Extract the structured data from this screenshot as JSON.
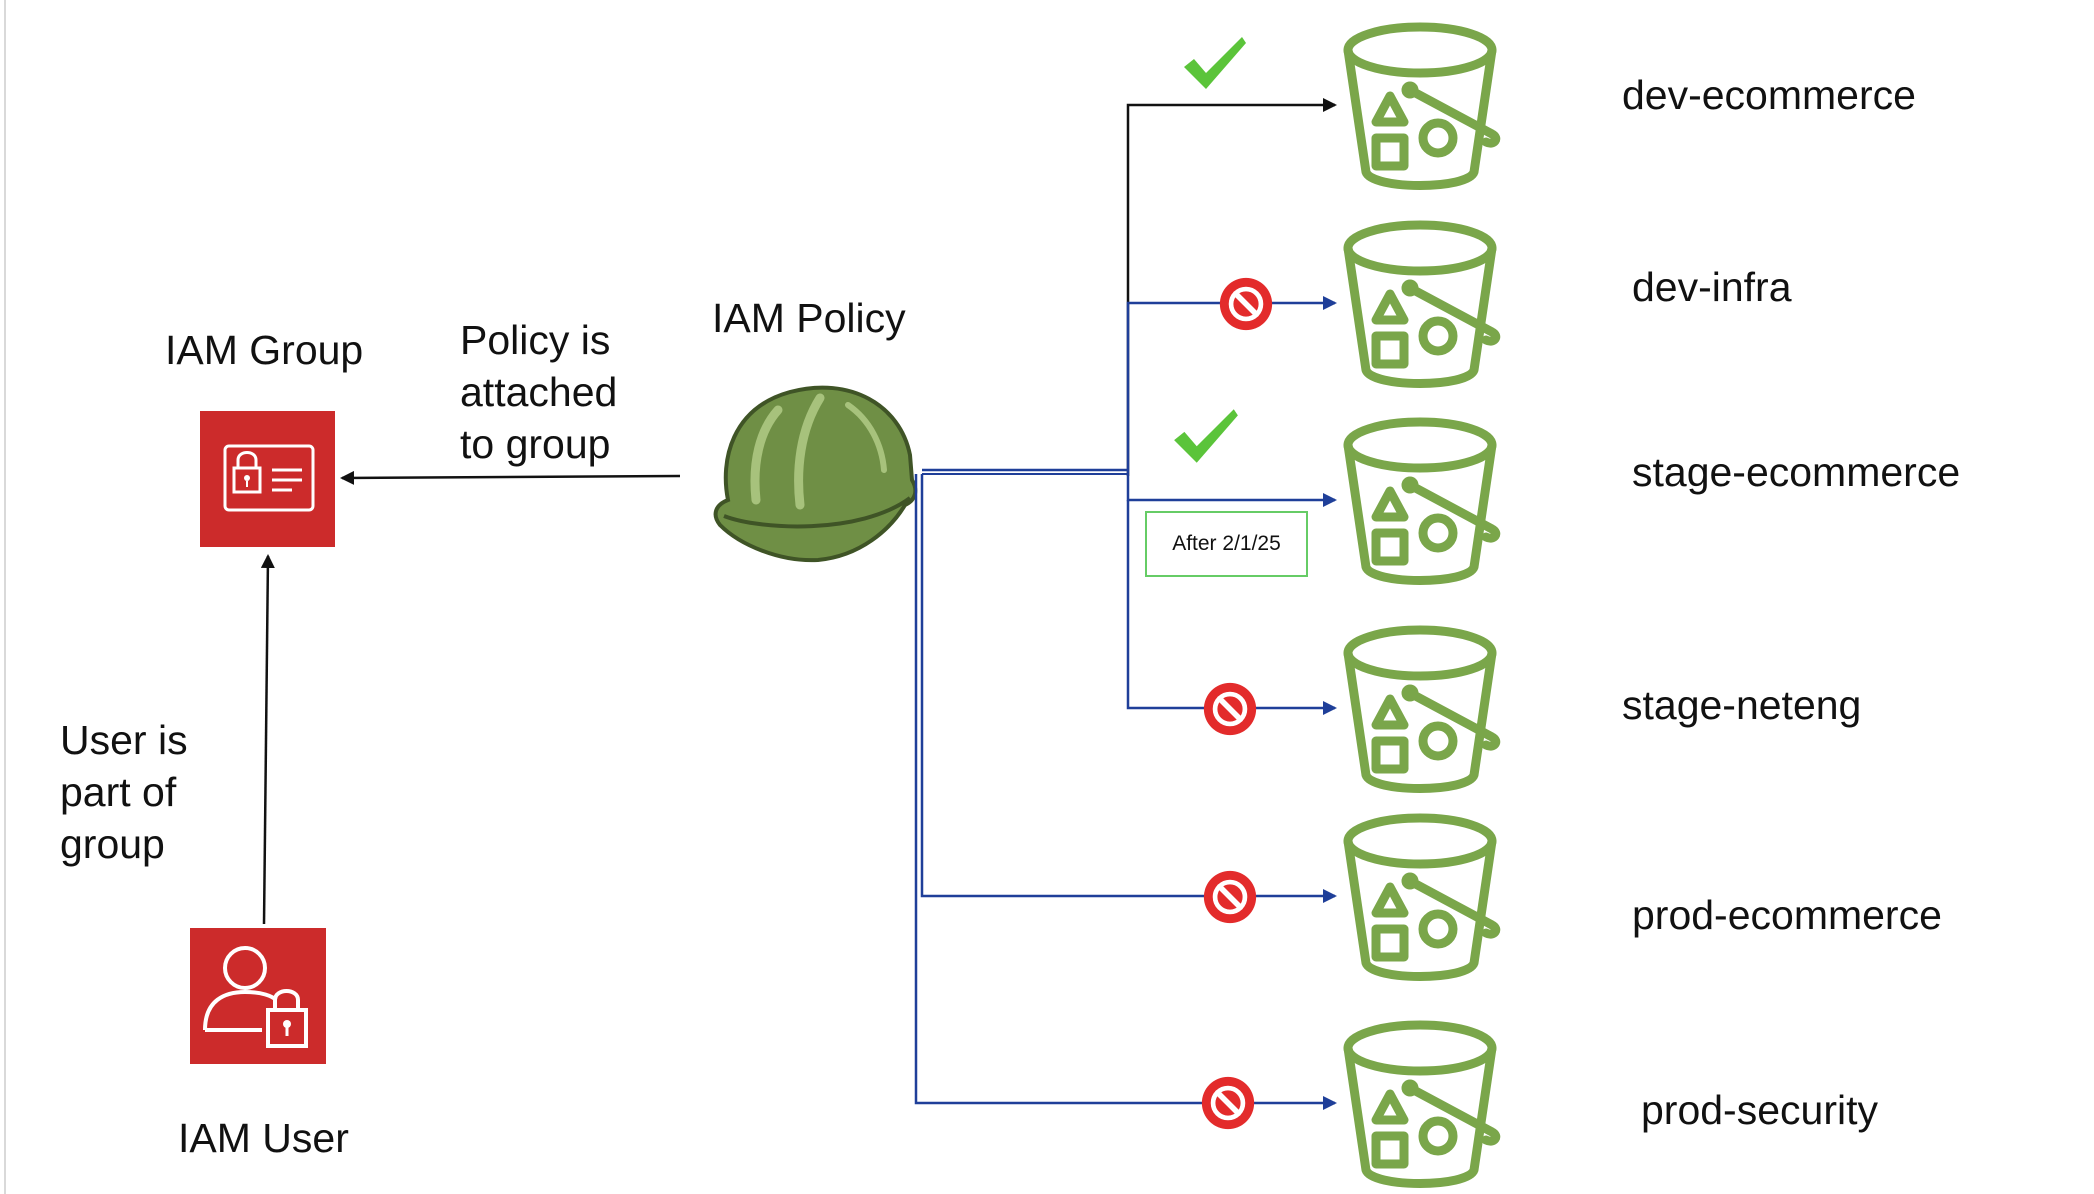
{
  "labels": {
    "iam_group": "IAM Group",
    "iam_user": "IAM User",
    "iam_policy": "IAM Policy",
    "policy_attached": "Policy is\nattached\nto group",
    "user_part_of": "User is\npart of\ngroup"
  },
  "note": "After 2/1/25",
  "buckets": [
    {
      "name": "dev-ecommerce",
      "access": "allowed"
    },
    {
      "name": "dev-infra",
      "access": "denied"
    },
    {
      "name": "stage-ecommerce",
      "access": "allowed"
    },
    {
      "name": "stage-neteng",
      "access": "denied"
    },
    {
      "name": "prod-ecommerce",
      "access": "denied"
    },
    {
      "name": "prod-security",
      "access": "denied"
    }
  ],
  "colors": {
    "aws_red": "#cc2b2b",
    "bucket_green": "#7aa64a",
    "check_green": "#5bc43a",
    "deny_red": "#e32b2b",
    "policy_line_blue": "#1f3f99",
    "arrow_black": "#111111",
    "helmet_green": "#6f8f45"
  },
  "icons": {
    "group": "iam-group-icon",
    "user": "iam-user-icon",
    "policy": "hard-hat-icon",
    "bucket": "s3-bucket-icon",
    "allowed": "checkmark-icon",
    "denied": "no-entry-icon"
  }
}
